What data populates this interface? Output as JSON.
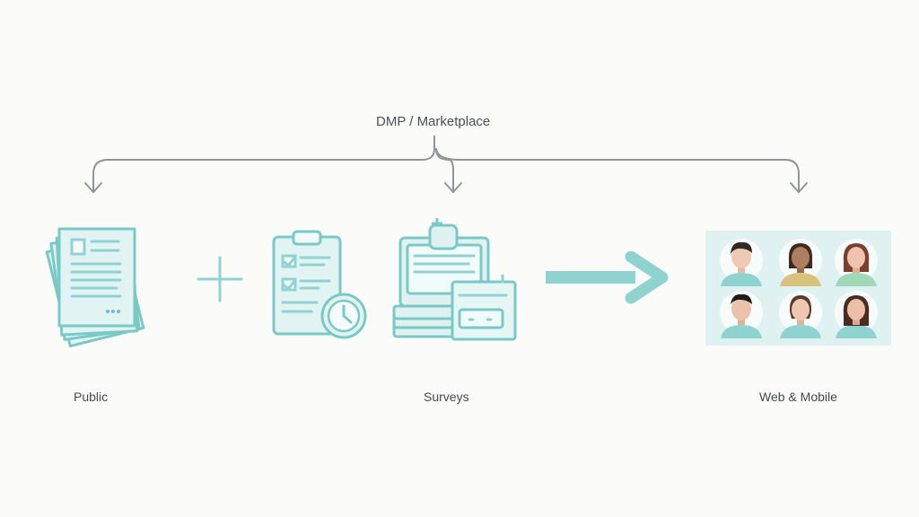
{
  "diagram": {
    "hub_label": "DMP / Marketplace",
    "labels": {
      "public": "Public",
      "surveys": "Surveys",
      "web_mobile": "Web & Mobile"
    },
    "icons": {
      "documents": "documents-stack-icon",
      "plus": "plus-icon",
      "clipboard": "clipboard-clock-icon",
      "survey_box": "survey-tray-icon",
      "arrow": "right-arrow-icon",
      "people": "user-avatars-grid-icon"
    },
    "colors": {
      "accent": "#8fd3d1",
      "accent_dark": "#6cc1bf",
      "line": "#8f9497",
      "text": "#444a4f",
      "panel": "#dff2f1"
    }
  }
}
